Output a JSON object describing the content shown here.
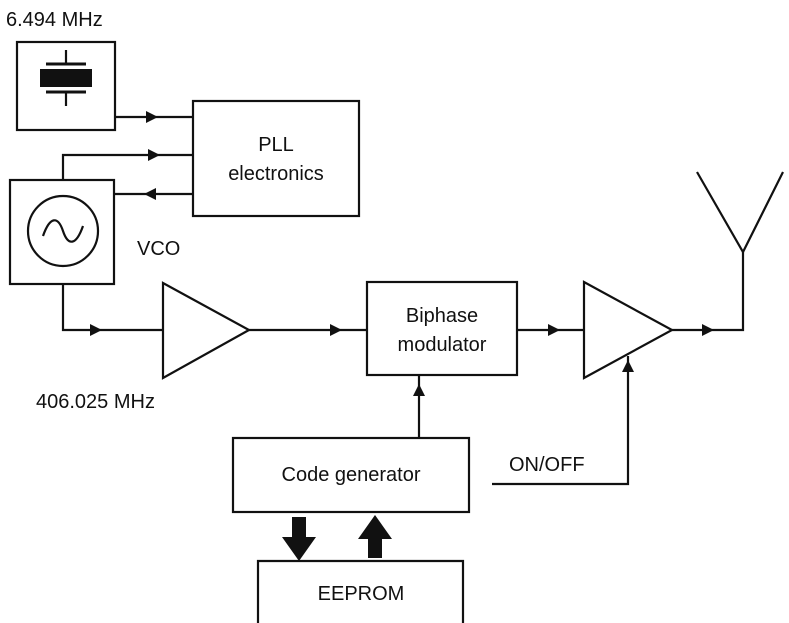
{
  "labels": {
    "crystal_freq": "6.494 MHz",
    "pll": [
      "PLL",
      "electronics"
    ],
    "vco": "VCO",
    "vco_freq": "406.025 MHz",
    "modulator": [
      "Biphase",
      "modulator"
    ],
    "code_generator": "Code generator",
    "on_off": "ON/OFF",
    "eeprom": "EEPROM"
  }
}
